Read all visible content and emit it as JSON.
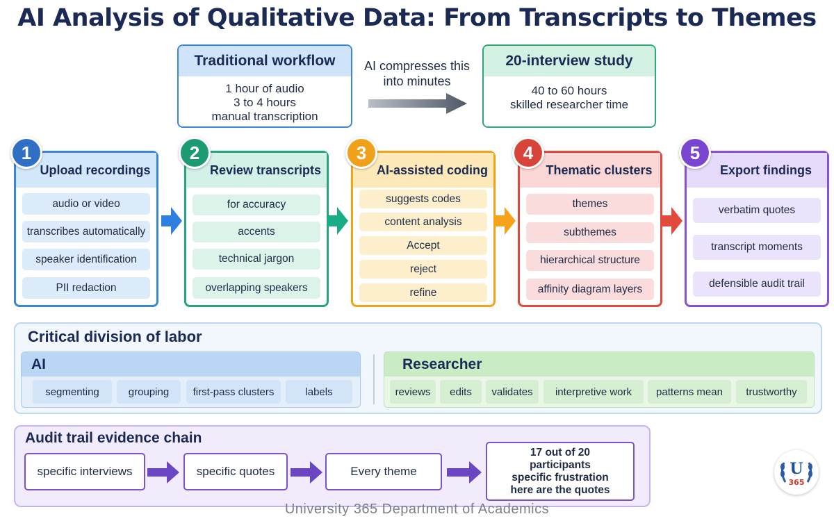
{
  "title": "AI Analysis of Qualitative Data: From Transcripts to Themes",
  "traditional": {
    "header": "Traditional workflow",
    "lines": [
      "1 hour of audio",
      "3 to 4 hours",
      "manual transcription"
    ]
  },
  "compress_label": "AI compresses this into minutes",
  "study": {
    "header": "20-interview study",
    "lines": [
      "40 to 60 hours",
      "skilled researcher time"
    ]
  },
  "steps": [
    {
      "number": "1",
      "title": "Upload recordings",
      "color": "#2f6fc4",
      "items": [
        "audio or video",
        "transcribes automatically",
        "speaker identification",
        "PII redaction"
      ]
    },
    {
      "number": "2",
      "title": "Review transcripts",
      "color": "#1c9a74",
      "items": [
        "for accuracy",
        "accents",
        "technical jargon",
        "overlapping speakers"
      ]
    },
    {
      "number": "3",
      "title": "AI-assisted coding",
      "color": "#f0a11a",
      "items": [
        "suggests codes",
        "content analysis",
        "Accept",
        "reject",
        "refine"
      ]
    },
    {
      "number": "4",
      "title": "Thematic clusters",
      "color": "#d8433a",
      "items": [
        "themes",
        "subthemes",
        "hierarchical structure",
        "affinity diagram layers"
      ]
    },
    {
      "number": "5",
      "title": "Export findings",
      "color": "#7a45d0",
      "items": [
        "verbatim quotes",
        "transcript moments",
        "defensible audit trail"
      ]
    }
  ],
  "division": {
    "title": "Critical division of labor",
    "ai": {
      "label": "AI",
      "chips": [
        "segmenting",
        "grouping",
        "first-pass clusters",
        "labels"
      ]
    },
    "researcher": {
      "label": "Researcher",
      "chips": [
        "reviews",
        "edits",
        "validates",
        "interpretive work",
        "patterns mean",
        "trustworthy"
      ]
    }
  },
  "audit": {
    "title": "Audit trail evidence chain",
    "steps": [
      "specific interviews",
      "specific quotes",
      "Every theme"
    ],
    "final": [
      "17 out of 20",
      "participants",
      "specific frustration",
      "here are the quotes"
    ]
  },
  "logo": {
    "letter": "U",
    "number": "365"
  },
  "footer": "University 365 Department of Academics"
}
